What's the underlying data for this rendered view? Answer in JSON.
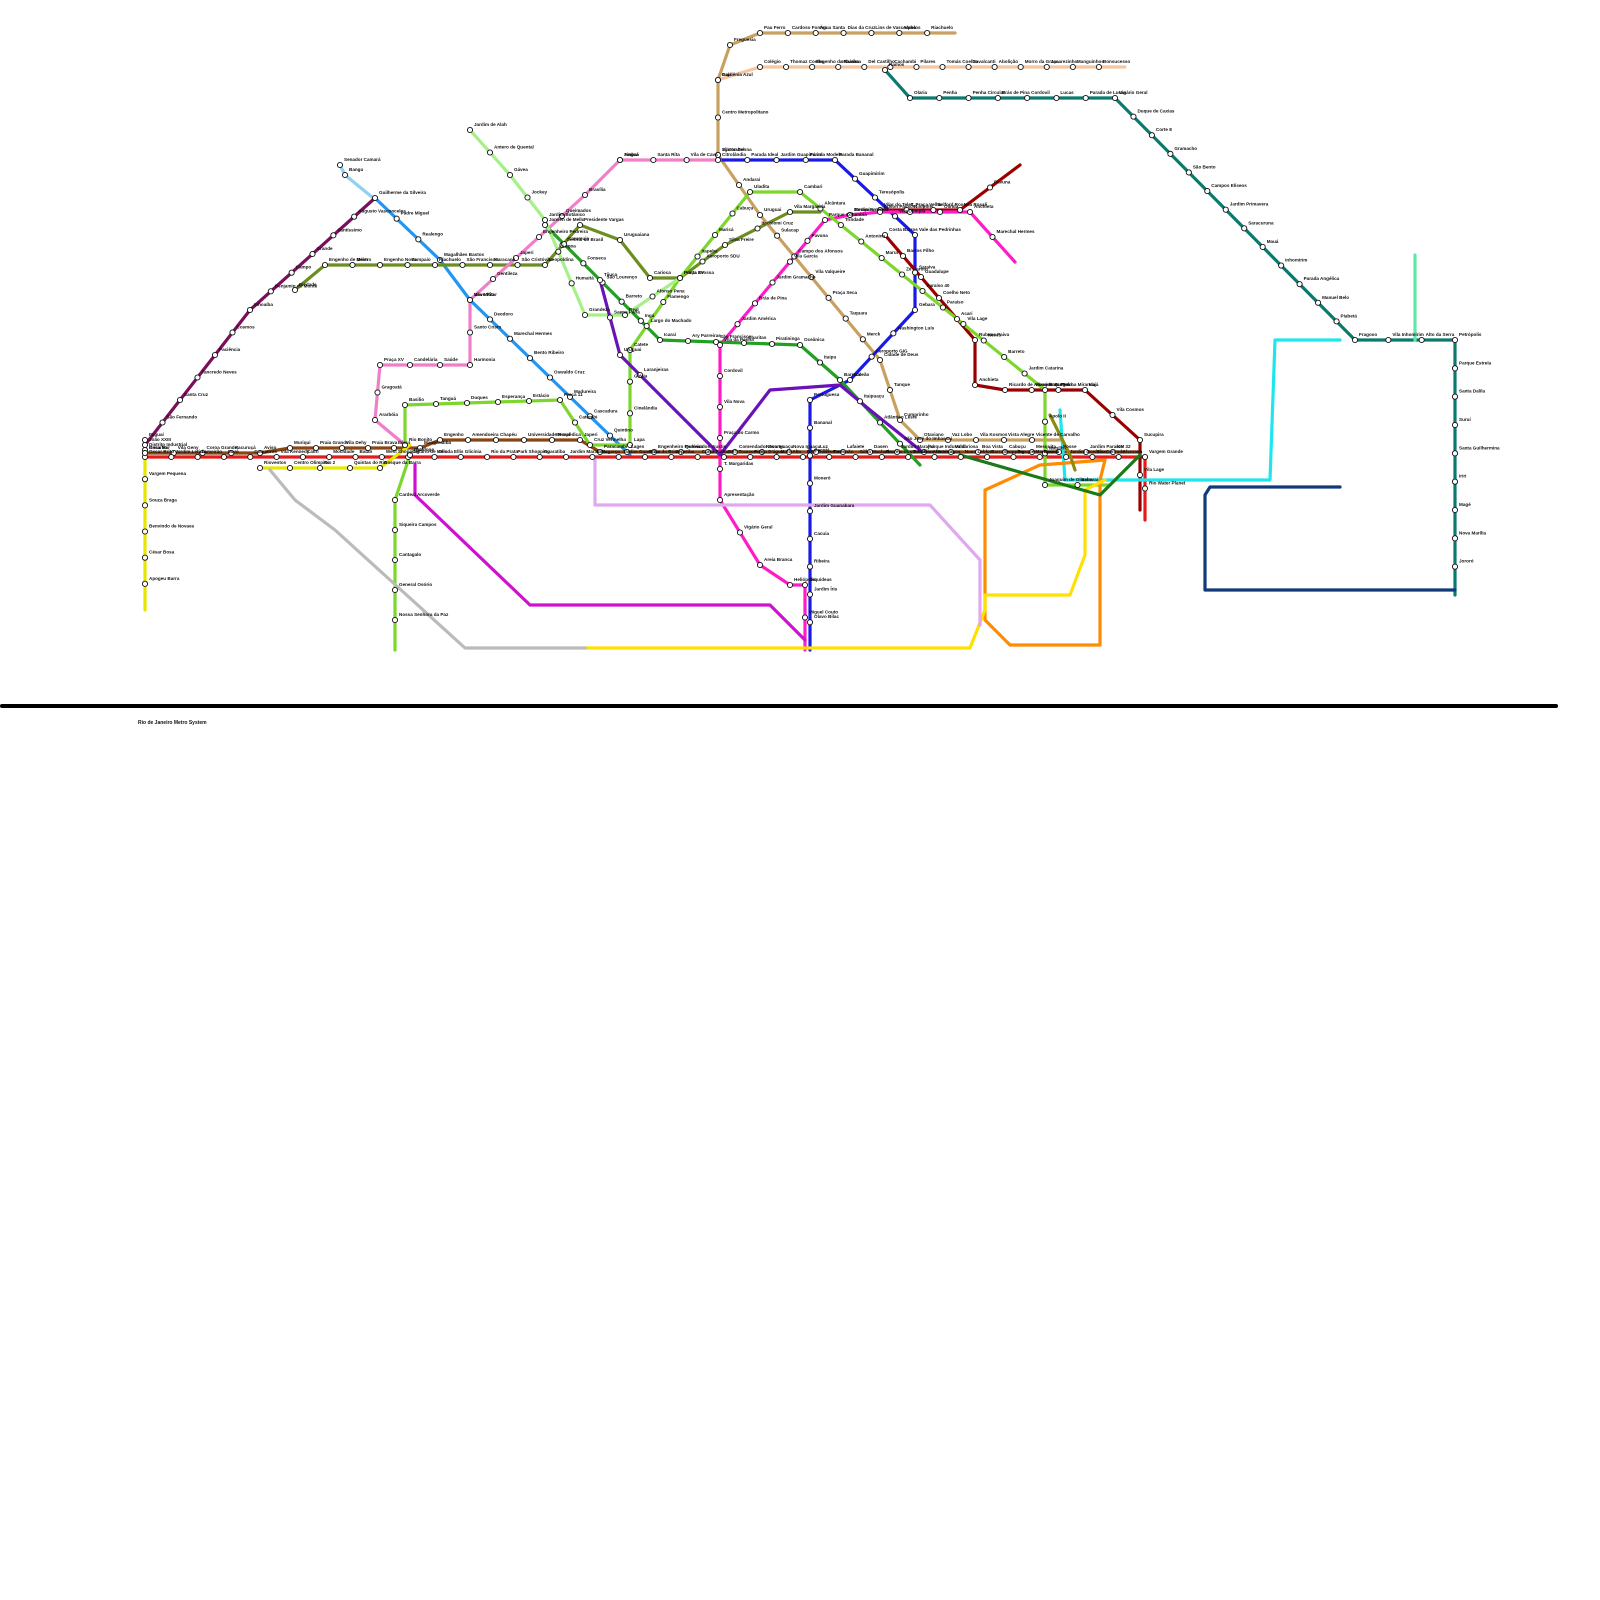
{
  "title": "Rio de Janeiro Metro System",
  "lines": [
    {
      "id": "maroon-west",
      "color": "#7a0f5a"
    },
    {
      "id": "olive",
      "color": "#6b8e1f"
    },
    {
      "id": "brown",
      "color": "#8b4513"
    },
    {
      "id": "red",
      "color": "#e31b1b"
    },
    {
      "id": "blue-main",
      "color": "#2196f3"
    },
    {
      "id": "yellow-green",
      "color": "#e6e600"
    },
    {
      "id": "tan",
      "color": "#c8a060"
    },
    {
      "id": "peach",
      "color": "#f5c6a0"
    },
    {
      "id": "teal",
      "color": "#0b7a6e"
    },
    {
      "id": "blue",
      "color": "#1a1ae6"
    },
    {
      "id": "darkred",
      "color": "#9b0000"
    },
    {
      "id": "magenta",
      "color": "#ff1cc8"
    },
    {
      "id": "pink",
      "color": "#f07ec8"
    },
    {
      "id": "green",
      "color": "#22a022"
    },
    {
      "id": "lime",
      "color": "#7cd62b"
    },
    {
      "id": "lightgreen",
      "color": "#a6f08a"
    },
    {
      "id": "purple",
      "color": "#6a11b8"
    },
    {
      "id": "violet",
      "color": "#d010d0"
    },
    {
      "id": "cyan",
      "color": "#1ee6ee"
    },
    {
      "id": "navy",
      "color": "#123a7a"
    },
    {
      "id": "orange",
      "color": "#ff8c00"
    },
    {
      "id": "yellow",
      "color": "#ffe000"
    },
    {
      "id": "lavender",
      "color": "#e0a8f0"
    },
    {
      "id": "gray",
      "color": "#bbbbbb"
    },
    {
      "id": "mint",
      "color": "#5fe8a8"
    },
    {
      "id": "skyblue",
      "color": "#8fd0f5"
    },
    {
      "id": "darkgreen",
      "color": "#1a7a1a"
    },
    {
      "id": "olive2",
      "color": "#8c8c10"
    }
  ],
  "stations": [
    "Itaguaí",
    "Distrito Industrial",
    "João XXIII",
    "São Fernando",
    "Santa Cruz",
    "Tancredo Neves",
    "Paciência",
    "Cosmos",
    "Inhoaíba",
    "Benjamin do Monte",
    "Campo",
    "Grande",
    "Santíssimo",
    "Augusto Vasconcelos",
    "Senador Camará",
    "Bangu",
    "Guilherme da Silveira",
    "Padre Miguel",
    "Realengo",
    "Magalhães Bastos",
    "Vila Militar",
    "Deodoro",
    "Marechal Hermes",
    "Bento Ribeiro",
    "Oswaldo Cruz",
    "Madureira",
    "Cascadura",
    "Quintino",
    "Piedade",
    "Engenho de Dentro",
    "Méier",
    "Engenho Novo",
    "Sampaio",
    "Riachuelo",
    "São Francisco",
    "Maracanã",
    "São Cristóvão",
    "Leopoldina",
    "Central do Brasil",
    "Presidente Vargas",
    "Uruguaiana",
    "Carioca",
    "Praça XV",
    "Aeroporto SDU",
    "Silva Freire",
    "Itacolomi Cruz",
    "Vila Margarida",
    "Brisa Mar",
    "Vila Geny",
    "Coroa Grande",
    "Itacuruçá",
    "Aviso",
    "Muriqui",
    "Praia Grande",
    "Vila Dehy",
    "Praia Brava",
    "Ibicuí",
    "Mangaratiba",
    "Engenho",
    "Amendoeira",
    "Chapéu",
    "Universidade Rural",
    "Seropédica",
    "Japeri",
    "Paracambi",
    "Lages",
    "Engenheiro Pedreira",
    "Queimados",
    "Austin",
    "Comendador Soares",
    "Nova Iguaçu",
    "Nova Iguaçu",
    "Luz",
    "Lafaiete",
    "Dasen",
    "Jardim Marajoá",
    "Parque Industrial",
    "Valdariosa",
    "Boa Vista",
    "Cabuçu",
    "Mesquita",
    "Posse",
    "Jardim Paraíso",
    "KM 32",
    "Oscar Brito",
    "Jardim Letícia",
    "Lameirão",
    "Maré",
    "Coqueiros",
    "Vila Kennedy",
    "Catiri",
    "Mocidade",
    "Batan",
    "West Shopping",
    "Cesário de Melo",
    "Olinda Ellis",
    "Glicínia",
    "Rio da Prata",
    "Park Shopping",
    "Guaratiba",
    "Jardim Maravilha",
    "T. Magarça",
    "Jardim Guaratiba",
    "Praia da Brisa",
    "Sepetiba",
    "Cuniã Palha",
    "BRT Transoeste",
    "Pingo D'água",
    "Mato Alto",
    "BRT Transoeste",
    "Terminão",
    "Gilka Machado",
    "Recreio dos Bandeirantes",
    "Salvador Allende",
    "Interlagos",
    "Novo Leblon",
    "BarraShopping",
    "Bosque Marapendi",
    "Riviera",
    "Jardim Oceânico",
    "São Conrado",
    "Alvorada",
    "Vargem Grande",
    "Rio Water Planet",
    "Cesarão",
    "Vargem Pequena",
    "Souza Braga",
    "Benvindo de Novaes",
    "César Bosa",
    "Apogeu Barra",
    "Rioventos",
    "Centro Olímpico",
    "Rio 2",
    "Quintas do Rio",
    "Bosque da Barra",
    "Ayrton Senna",
    "Centro Metropolitano",
    "Gardênia Azul",
    "Freguesia",
    "Pau Ferro",
    "Cardoso Fontes",
    "Água Santa",
    "Dias da Cruz",
    "Lins de Vasconcelos",
    "Alpha",
    "Riachuelo",
    "Vila Isabel",
    "Andaraí",
    "Uruguai",
    "Sulacap",
    "Campo dos Afonsos",
    "Vila Valqueire",
    "Praça Seca",
    "Taquara",
    "Merck",
    "Cidade de Deus",
    "Tanque",
    "Cumprinho",
    "Otaviano",
    "Vaz Lobo",
    "Vila Kosmos",
    "Vista Alegre",
    "Vicente de Carvalho",
    "Irajá",
    "Colégio",
    "Thomaz Coelho",
    "Engenho da Rainha",
    "Inhaúma",
    "Del Castilho",
    "Cachambi",
    "Pilares",
    "Tomás Coelho",
    "Cavalcanti",
    "Abolição",
    "Morro da Graça",
    "Jacarezinho",
    "Manguinhos",
    "Bonsucesso",
    "Ramos",
    "Olaria",
    "Penha",
    "Penha Circular",
    "Brás de Pina",
    "Cordovil",
    "Lucas",
    "Parada de Lucas",
    "Vigário Geral",
    "Duque de Caxias",
    "Corte 8",
    "Gramacho",
    "São Bento",
    "Campos Elíseos",
    "Jardim Primavera",
    "Saracuruna",
    "Mauá",
    "Inhomirim",
    "Parada Angélica",
    "Manuel Belo",
    "Piabetá",
    "Fragoso",
    "Vila Inhomirim",
    "Alto da Serra",
    "Petrópolis",
    "Parque Estrela",
    "Santa Dalila",
    "Suruí",
    "Santa Guilhermina",
    "Iriri",
    "Magé",
    "Nova Marília",
    "Jororó",
    "Citrolândia",
    "Parada Ideal",
    "Jardim Guapimirim",
    "Parada Modelo",
    "Parada Bananal",
    "Guapimirim",
    "Teresópolis",
    "Vila Olímpia",
    "Vale das Pedrinhas",
    "Saraiva",
    "Gebara",
    "Washington Luís",
    "Aeroporto GIG",
    "Galeão",
    "Portuguesa",
    "Bananal",
    "Cocotá",
    "Moneró",
    "Jardim Guanabara",
    "Cacuia",
    "Ribeira",
    "Jardim Íris",
    "Olavo Bilac",
    "Vilar do Teles",
    "T. Praça Velha",
    "Belford Roxo",
    "Vila Rosali",
    "Pavuna",
    "Costa Barros",
    "Barros Filho",
    "Guadalupe",
    "Coelho Neto",
    "Acari",
    "Rubens Paiva",
    "Anchieta",
    "Ricardo de Albuquerque",
    "Honório Gurgel",
    "Rocha Miranda",
    "Irajá",
    "Vila Cosmos",
    "Sucupira",
    "Vila Lage",
    "Mesquita",
    "Edson Passos",
    "Nilópolis",
    "Olinda",
    "Anchieta",
    "Marechal Hermes",
    "Jardim América",
    "Parque Colúmbia",
    "Pavuna",
    "Vila Garcia",
    "Jardim Gramacho",
    "Brás de Pina",
    "Jardim América",
    "Vila da Penha",
    "Cordovil",
    "Vila Nova",
    "Praça do Carmo",
    "T. Margaridas",
    "Apresentação",
    "Vigário Geral",
    "Areia Branca",
    "Heliópolis",
    "Orquídeas",
    "Miguel Couto",
    "Ambaí",
    "Santa Rita",
    "Vila de Cava",
    "Tinguá",
    "Brasília",
    "Queimados",
    "Engenheiro Pedreira",
    "Japeri",
    "Gentileza",
    "Novo Rio",
    "Santo Cristo",
    "Harmonia",
    "Saúde",
    "Candelária",
    "Praça XV",
    "Gragoatá",
    "Ararbóia",
    "Jansen de Mello",
    "Caramujo",
    "Fonseca",
    "São Lourenço",
    "Barreto",
    "Ingá",
    "Icaraí",
    "Ary Parreiras",
    "São Francisco",
    "Charitas",
    "Piratininga",
    "Oceânica",
    "Itaipu",
    "Barroco",
    "Itaipuaçu",
    "Atlântico Leste",
    "São José do Imbassaí",
    "Ponta Grossa",
    "Itapeba",
    "Maricá",
    "Cabuçu",
    "Uladita",
    "Cambari",
    "Alcântara",
    "Trindade",
    "Antonina",
    "Maruí",
    "Zé Garoto",
    "Paraíso 40",
    "Paraíso",
    "Vila Lage",
    "Neves",
    "Barreto",
    "Jardim Catarina",
    "Bom Retiro",
    "Apolo II",
    "Manilha",
    "Joaquim de Oliveira",
    "Itaboraí",
    "Rio Bonito",
    "Basilio",
    "Tanguá",
    "Duques",
    "Esperança",
    "Estácio",
    "Praça 11",
    "Catumbi",
    "Cruz Vermelha",
    "Lapa",
    "Cinelândia",
    "Glória",
    "Catete",
    "Largo do Machado",
    "Flamengo",
    "Botafogo",
    "Cardeal Arcoverde",
    "Siqueira Campos",
    "Cantagalo",
    "General Osório",
    "Nossa Senhora da Paz",
    "Jardim de Alah",
    "Antero de Quental",
    "Gávea",
    "Jockey",
    "Jardim Botânico",
    "Lagoa",
    "Humaitá",
    "Grandeza",
    "Real",
    "Afonso Pena",
    "Tijuca",
    "Saens Peña",
    "Uruguai",
    "Laranjeiras"
  ],
  "footer_title": "Rio de Janeiro Metro System"
}
